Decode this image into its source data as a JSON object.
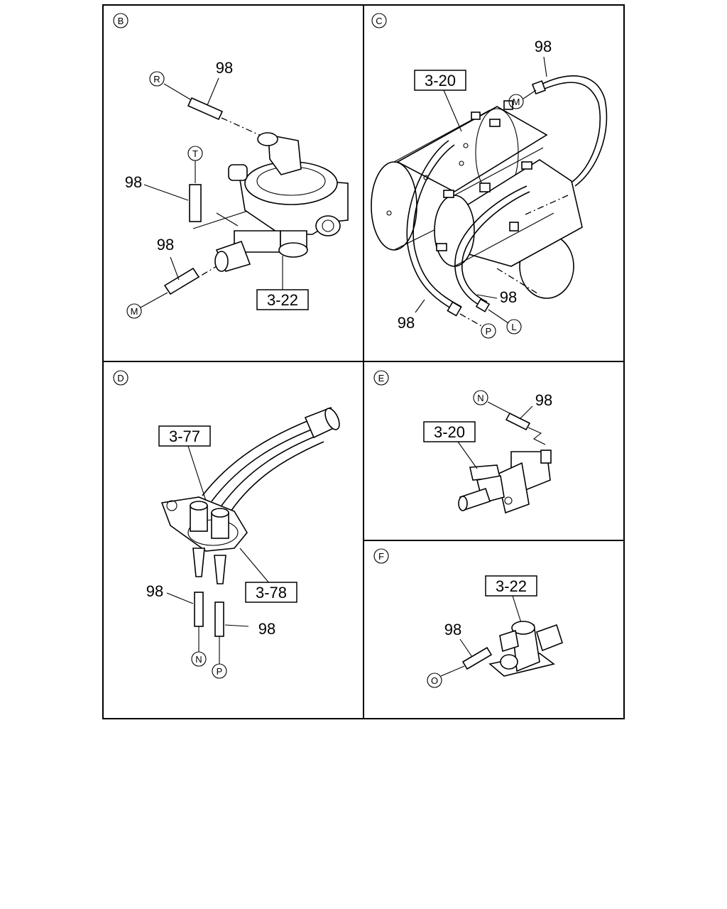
{
  "panels": [
    {
      "id": "B",
      "label": "B"
    },
    {
      "id": "C",
      "label": "C"
    },
    {
      "id": "D",
      "label": "D"
    },
    {
      "id": "E",
      "label": "E"
    },
    {
      "id": "F",
      "label": "F"
    }
  ],
  "callouts": {
    "hose_part_no": "98",
    "ref_3_22": "3-22",
    "ref_3_20": "3-20",
    "ref_3_77": "3-77",
    "ref_3_78": "3-78"
  },
  "connectors": {
    "R": "R",
    "T": "T",
    "M": "M",
    "P": "P",
    "L": "L",
    "N": "N",
    "O": "O"
  }
}
